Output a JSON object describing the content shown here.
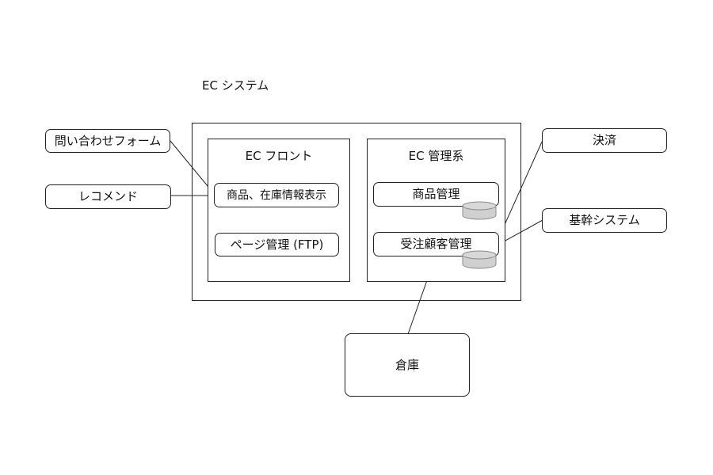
{
  "diagram": {
    "title": "EC システム",
    "front": {
      "label": "EC フロント",
      "items": [
        "商品、在庫情報表示",
        "ページ管理 (FTP)"
      ]
    },
    "admin": {
      "label": "EC 管理系",
      "items": [
        "商品管理",
        "受注顧客管理"
      ]
    },
    "external": {
      "inquiry": "問い合わせフォーム",
      "recommend": "レコメンド",
      "payment": "決済",
      "core": "基幹システム",
      "warehouse": "倉庫"
    },
    "colors": {
      "stroke": "#222222",
      "database_fill": "#d0d0d0",
      "database_stroke": "#8a8a8a"
    }
  }
}
